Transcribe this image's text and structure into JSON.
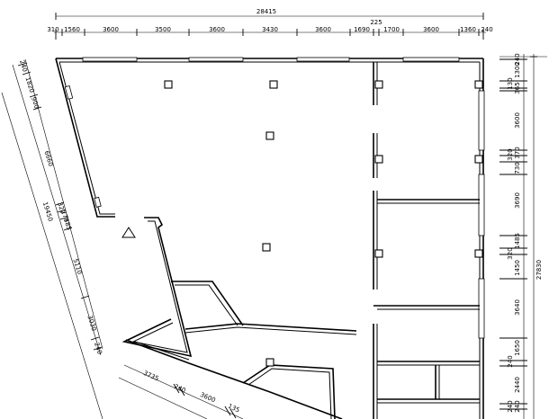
{
  "top_dimensions": {
    "overall": "28415",
    "gap_label": "225",
    "segments": [
      "310",
      "1560",
      "3600",
      "3500",
      "3600",
      "3430",
      "3600",
      "1690",
      "1700",
      "3600",
      "1360",
      "240"
    ]
  },
  "right_dimensions": {
    "overall": "27830",
    "top_value": "240",
    "segments": [
      "1300",
      "365",
      "130",
      "3600",
      "320",
      "370",
      "730",
      "3690",
      "320",
      "1485",
      "1450",
      "3640",
      "1650",
      "240",
      "240",
      "2440",
      "240"
    ]
  },
  "left_dimensions": {
    "overall": "19450",
    "segments": [
      "240",
      "1820",
      "900",
      "6660",
      "320",
      "275",
      "485",
      "5110",
      "3030",
      "240"
    ]
  },
  "bottom_dimensions": {
    "segments": [
      "3735",
      "240",
      "3600",
      "135"
    ]
  }
}
